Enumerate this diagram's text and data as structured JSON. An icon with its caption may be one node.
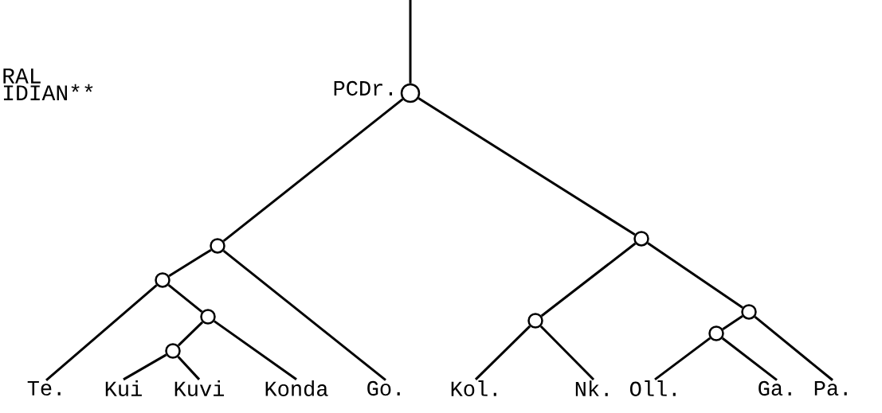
{
  "diagram": {
    "nodes": [
      {
        "text": [],
        "shape": "circle",
        "beside": [
          "PCDr."
        ]
      },
      {
        "text": [],
        "shape": "circle"
      },
      {
        "text": [],
        "shape": "circle"
      },
      {
        "text": [],
        "shape": "circle"
      },
      {
        "text": [],
        "shape": "circle"
      },
      {
        "text": [],
        "shape": "circle"
      },
      {
        "text": [],
        "shape": "circle"
      },
      {
        "text": [],
        "shape": "circle"
      },
      {
        "text": [],
        "shape": "circle"
      },
      {
        "text": [
          "Te."
        ]
      },
      {
        "text": [
          "Kui"
        ]
      },
      {
        "text": [
          "Kuvi"
        ]
      },
      {
        "text": [
          "Konda"
        ]
      },
      {
        "text": [
          "Go."
        ]
      },
      {
        "text": [
          "Kol."
        ]
      },
      {
        "text": [
          "Nk."
        ]
      },
      {
        "text": [
          "Oll."
        ]
      },
      {
        "text": [
          "Ga."
        ]
      },
      {
        "text": [
          "Pa."
        ]
      }
    ],
    "edges": [
      {
        "from": null,
        "to": 0,
        "arrow": "none"
      },
      {
        "from": 0,
        "to": 1,
        "arrow": "none"
      },
      {
        "from": 0,
        "to": 2,
        "arrow": "none"
      },
      {
        "from": 1,
        "to": 3,
        "arrow": "none"
      },
      {
        "from": 1,
        "to": 13,
        "arrow": "none"
      },
      {
        "from": 3,
        "to": 9,
        "arrow": "none"
      },
      {
        "from": 3,
        "to": 6,
        "arrow": "none"
      },
      {
        "from": 6,
        "to": 8,
        "arrow": "none"
      },
      {
        "from": 6,
        "to": 12,
        "arrow": "none"
      },
      {
        "from": 8,
        "to": 10,
        "arrow": "none"
      },
      {
        "from": 8,
        "to": 11,
        "arrow": "none"
      },
      {
        "from": 2,
        "to": 4,
        "arrow": "none"
      },
      {
        "from": 4,
        "to": 14,
        "arrow": "none"
      },
      {
        "from": 4,
        "to": 15,
        "arrow": "none"
      },
      {
        "from": 2,
        "to": 5,
        "arrow": "none"
      },
      {
        "from": 5,
        "to": 7,
        "arrow": "none"
      },
      {
        "from": 7,
        "to": 16,
        "arrow": "none"
      },
      {
        "from": 7,
        "to": 17,
        "arrow": "none"
      },
      {
        "from": 5,
        "to": 18,
        "arrow": "none"
      }
    ],
    "labels": [
      "RAL IDIAN**"
    ]
  }
}
